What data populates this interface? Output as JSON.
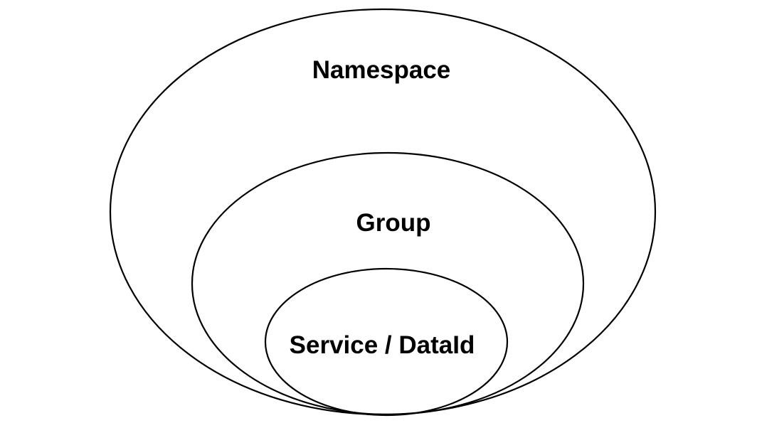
{
  "diagram": {
    "type": "nested-ellipses",
    "colors": {
      "background": "#ffffff",
      "stroke": "#000000",
      "text": "#000000"
    },
    "levels": [
      {
        "label": "Namespace"
      },
      {
        "label": "Group"
      },
      {
        "label": "Service / DataId"
      }
    ]
  }
}
